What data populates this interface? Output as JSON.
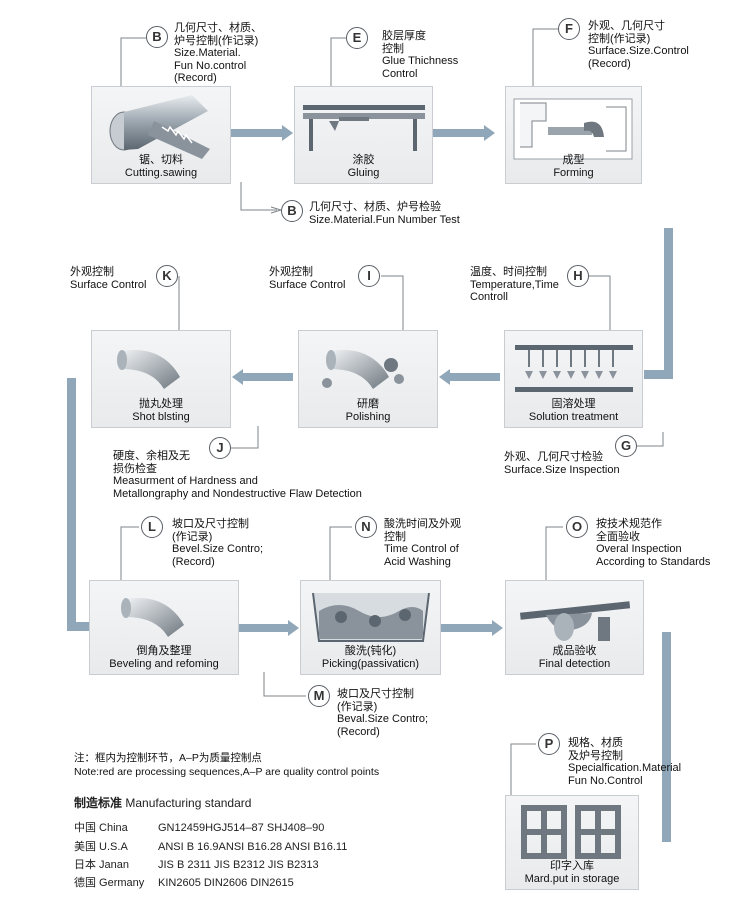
{
  "colors": {
    "arrow": "#8fa7b8",
    "box_border": "#c9cdd1",
    "circle": "#5a5f66"
  },
  "steps": {
    "cutting": "锯、切料\nCutting.sawing",
    "gluing": "涂胶\nGluing",
    "forming": "成型\nForming",
    "solution": "固溶处理\nSolution treatment",
    "polishing": "研磨\nPolishing",
    "shot": "抛丸处理\nShot blsting",
    "beveling": "倒角及整理\nBeveling and refoming",
    "picking": "酸洗(钝化)\nPicking(passivaticn)",
    "final": "成品验收\nFinal detection",
    "storage": "印字入库\nMard.put in storage"
  },
  "qc": {
    "B1": {
      "letter": "B",
      "text": "几何尺寸、材质、\n炉号控制(作记录)\nSize.Material.\nFun No.control\n(Record)"
    },
    "E": {
      "letter": "E",
      "text": "胶层厚度\n控制\nGlue Thichness\nControl"
    },
    "F": {
      "letter": "F",
      "text": "外观、几何尺寸\n控制(作记录)\nSurface.Size.Control\n(Record)"
    },
    "B2": {
      "letter": "B",
      "text": "几何尺寸、材质、炉号检验\nSize.Material.Fun Number Test"
    },
    "K": {
      "letter": "K",
      "text": "外观控制\nSurface Control"
    },
    "I": {
      "letter": "I",
      "text": "外观控制\nSurface Control"
    },
    "H": {
      "letter": "H",
      "text": "温度、时间控制\nTemperature,Time\nControll"
    },
    "J": {
      "letter": "J",
      "text": "硬度、余相及无\n损伤检查\nMeasurment of Hardness and\nMetallongraphy and Nondestructive Flaw Detection"
    },
    "G": {
      "letter": "G",
      "text": "外观、几何尺寸检验\nSurface.Size Inspection"
    },
    "L": {
      "letter": "L",
      "text": "坡口及尺寸控制\n(作记录)\nBevel.Size Contro;\n(Record)"
    },
    "N": {
      "letter": "N",
      "text": "酸洗时间及外观\n控制\nTime Control of\nAcid Washing"
    },
    "O": {
      "letter": "O",
      "text": "按技术规范作\n全面验收\nOveral Inspection\nAccording to Standards"
    },
    "M": {
      "letter": "M",
      "text": "坡口及尺寸控制\n(作记录)\nBeval.Size Contro;\n(Record)"
    },
    "P": {
      "letter": "P",
      "text": "规格、材质\n及炉号控制\nSpecialfication.Material\nFun No.Control"
    }
  },
  "note": {
    "line1": "注：框内为控制环节，A–P为质量控制点",
    "line2": "Note:red are processing sequences,A–P are quality control points"
  },
  "standards": {
    "title_cn": "制造标准",
    "title_en": "Manufacturing standard",
    "rows": [
      {
        "country": "中国  China",
        "codes": "GN12459HGJ514–87  SHJ408–90"
      },
      {
        "country": "美国  U.S.A",
        "codes": "ANSI B 16.9ANSI B16.28 ANSI B16.11"
      },
      {
        "country": "日本  Janan",
        "codes": "JIS B 2311 JIS B2312 JIS B2313"
      },
      {
        "country": "德国  Germany",
        "codes": "KIN2605 DIN2606 DIN2615"
      }
    ]
  }
}
